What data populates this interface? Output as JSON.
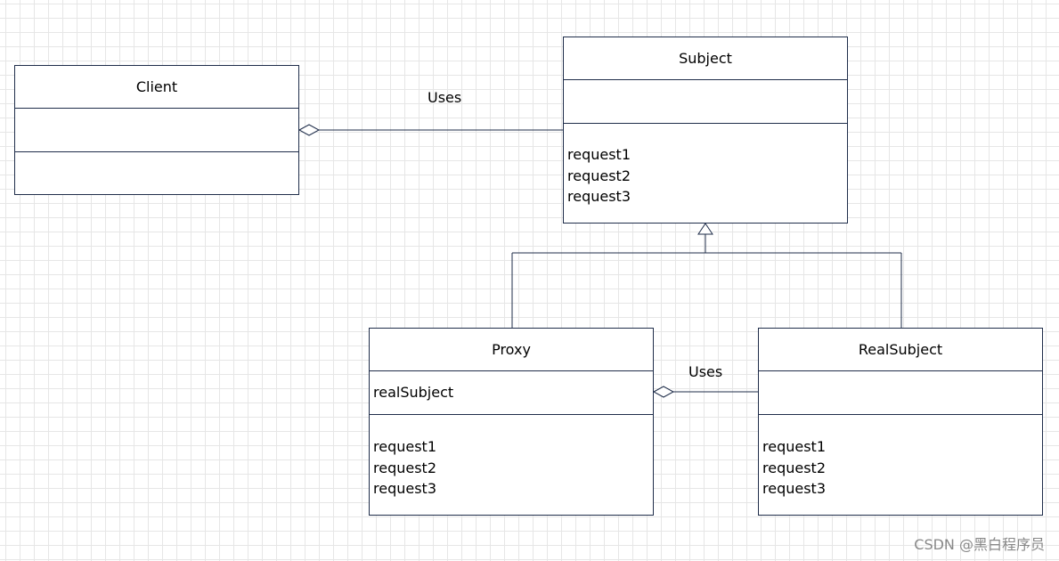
{
  "diagram": {
    "classes": {
      "client": {
        "name": "Client",
        "attributes": [],
        "operations": []
      },
      "subject": {
        "name": "Subject",
        "attributes": [],
        "operations": [
          "request1",
          "request2",
          "request3"
        ]
      },
      "proxy": {
        "name": "Proxy",
        "attributes": [
          "realSubject"
        ],
        "operations": [
          "request1",
          "request2",
          "request3"
        ]
      },
      "real_subject": {
        "name": "RealSubject",
        "attributes": [],
        "operations": [
          "request1",
          "request2",
          "request3"
        ]
      }
    },
    "relations": {
      "client_uses_subject": {
        "type": "aggregation",
        "label": "Uses"
      },
      "proxy_uses_real_subject": {
        "type": "aggregation",
        "label": "Uses"
      },
      "generalization": {
        "type": "generalization",
        "parent": "Subject",
        "children": [
          "Proxy",
          "RealSubject"
        ]
      }
    }
  },
  "watermark": "CSDN @黑白程序员"
}
